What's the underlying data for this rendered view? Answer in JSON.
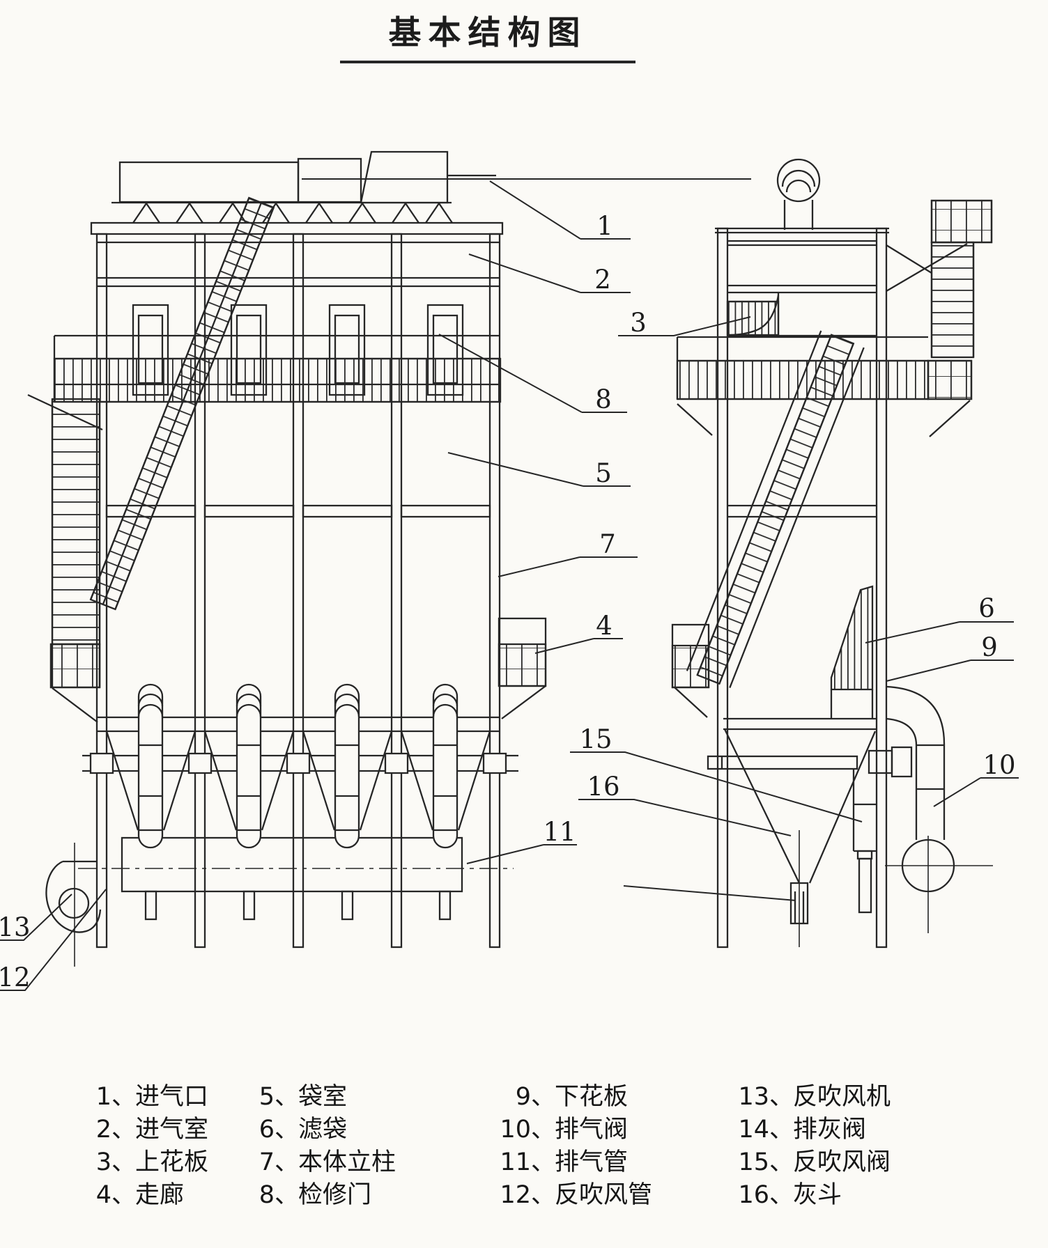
{
  "title": "基本结构图",
  "callouts": [
    {
      "n": "1"
    },
    {
      "n": "2"
    },
    {
      "n": "3"
    },
    {
      "n": "8"
    },
    {
      "n": "5"
    },
    {
      "n": "7"
    },
    {
      "n": "4"
    },
    {
      "n": "11"
    },
    {
      "n": "13"
    },
    {
      "n": "12"
    },
    {
      "n": "6"
    },
    {
      "n": "9"
    },
    {
      "n": "15"
    },
    {
      "n": "16"
    },
    {
      "n": "10"
    }
  ],
  "legend": {
    "sep": "、",
    "columns": [
      {
        "items": [
          {
            "num": "1",
            "label": "进气口"
          },
          {
            "num": "2",
            "label": "进气室"
          },
          {
            "num": "3",
            "label": "上花板"
          },
          {
            "num": "4",
            "label": "走廊"
          }
        ]
      },
      {
        "items": [
          {
            "num": "5",
            "label": "袋室"
          },
          {
            "num": "6",
            "label": "滤袋"
          },
          {
            "num": "7",
            "label": "本体立柱"
          },
          {
            "num": "8",
            "label": "检修门"
          }
        ]
      },
      {
        "items": [
          {
            "num": "9",
            "label": "下花板"
          },
          {
            "num": "10",
            "label": "排气阀"
          },
          {
            "num": "11",
            "label": "排气管"
          },
          {
            "num": "12",
            "label": "反吹风管"
          }
        ]
      },
      {
        "items": [
          {
            "num": "13",
            "label": "反吹风机"
          },
          {
            "num": "14",
            "label": "排灰阀"
          },
          {
            "num": "15",
            "label": "反吹风阀"
          },
          {
            "num": "16",
            "label": "灰斗"
          }
        ]
      }
    ]
  }
}
